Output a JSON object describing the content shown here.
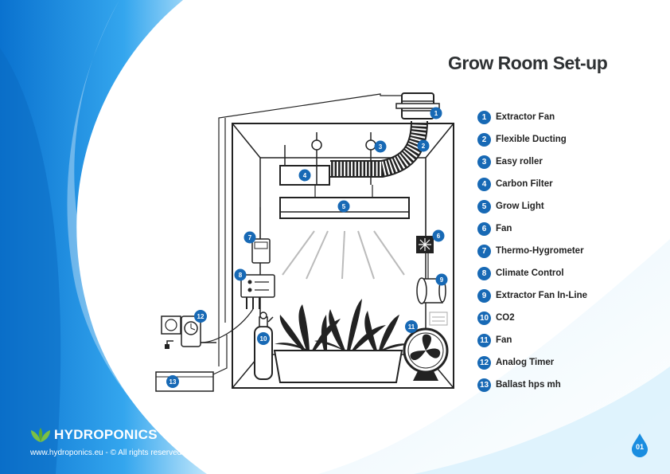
{
  "title": "Grow Room Set-up",
  "legend": [
    {
      "num": "1",
      "label": "Extractor Fan"
    },
    {
      "num": "2",
      "label": "Flexible Ducting"
    },
    {
      "num": "3",
      "label": "Easy roller"
    },
    {
      "num": "4",
      "label": "Carbon Filter"
    },
    {
      "num": "5",
      "label": "Grow Light"
    },
    {
      "num": "6",
      "label": "Fan"
    },
    {
      "num": "7",
      "label": "Thermo-Hygrometer"
    },
    {
      "num": "8",
      "label": "Climate Control"
    },
    {
      "num": "9",
      "label": "Extractor Fan In-Line"
    },
    {
      "num": "10",
      "label": "CO2"
    },
    {
      "num": "11",
      "label": "Fan"
    },
    {
      "num": "12",
      "label": "Analog Timer"
    },
    {
      "num": "13",
      "label": "Ballast hps mh"
    }
  ],
  "brand": {
    "name": "HYDROPONICS",
    "logo_icon": "leaf-logo-icon"
  },
  "footer": {
    "text": "www.hydroponics.eu - © All rights reserved"
  },
  "page_number": "01",
  "colors": {
    "accent": "#1769b5",
    "background_blue": "#1e8fe0",
    "line": "#222222",
    "text": "#2e3133"
  }
}
